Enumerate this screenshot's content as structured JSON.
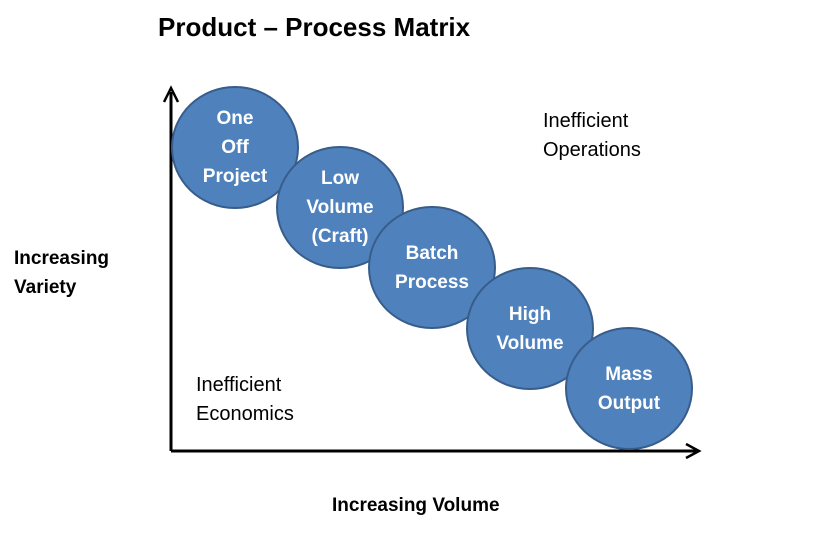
{
  "title": "Product – Process Matrix",
  "y_axis": {
    "label_lines": [
      "Increasing",
      "Variety"
    ]
  },
  "x_axis": {
    "label": "Increasing Volume"
  },
  "regions": {
    "top_right": [
      "Inefficient",
      "Operations"
    ],
    "bottom_left": [
      "Inefficient",
      "Economics"
    ]
  },
  "stages": [
    {
      "lines": [
        "One",
        "Off",
        "Project"
      ]
    },
    {
      "lines": [
        "Low",
        "Volume",
        "(Craft)"
      ]
    },
    {
      "lines": [
        "Batch",
        "Process"
      ]
    },
    {
      "lines": [
        "High",
        "Volume"
      ]
    },
    {
      "lines": [
        "Mass",
        "Output"
      ]
    }
  ],
  "colors": {
    "circle_fill": "#4f81bd",
    "circle_border": "#385d8a",
    "axis": "#000000"
  }
}
